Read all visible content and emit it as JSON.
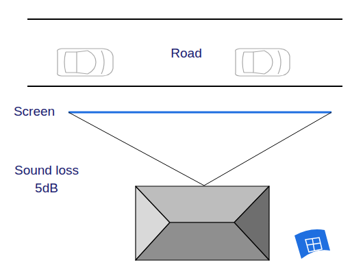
{
  "diagram": {
    "labels": [
      "Road",
      "Screen",
      "Sound loss 5dB"
    ]
  }
}
